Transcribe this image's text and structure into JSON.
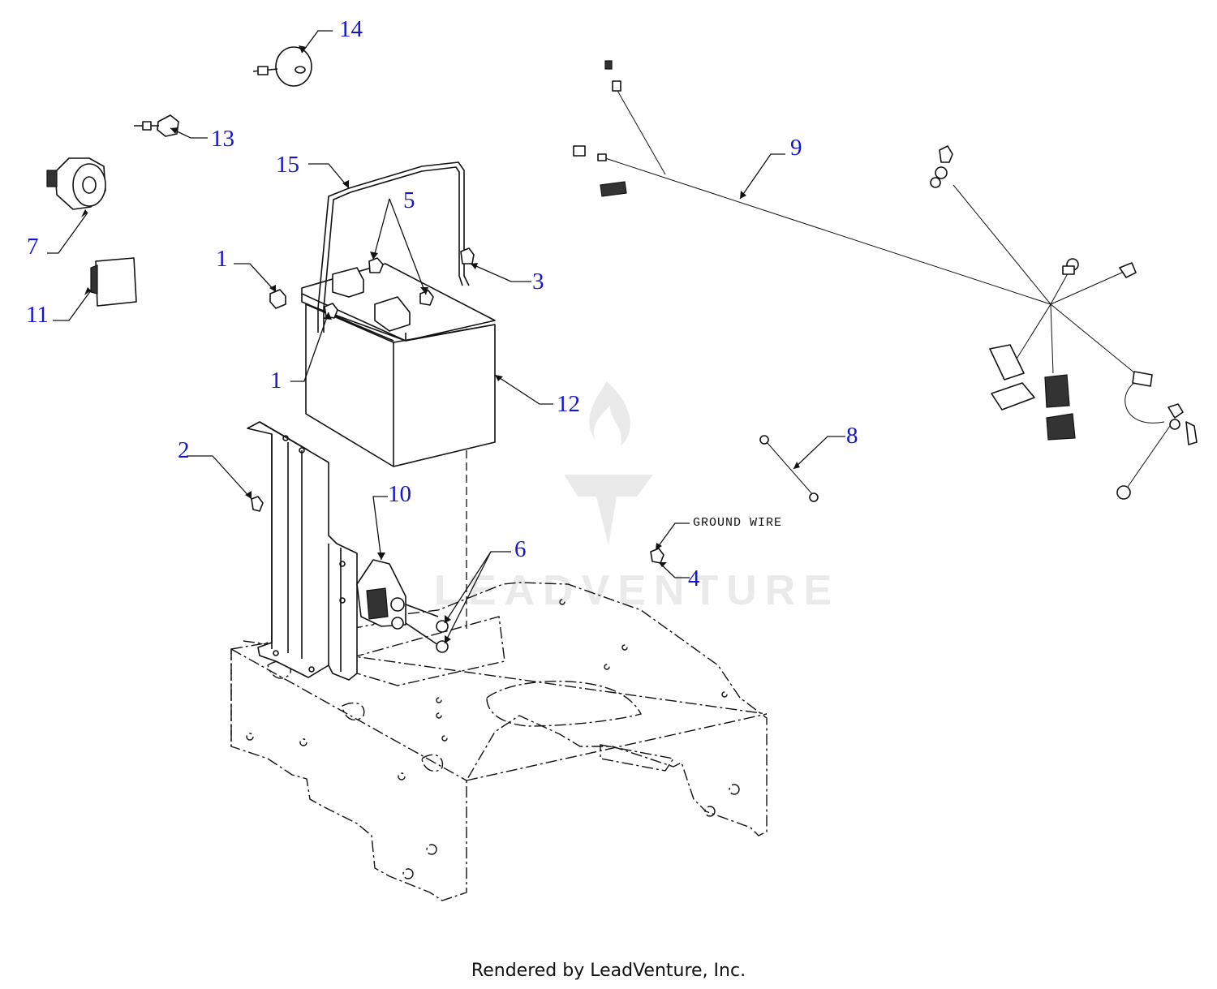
{
  "callouts": {
    "c1a": "1",
    "c1b": "1",
    "c2": "2",
    "c3": "3",
    "c4": "4",
    "c5": "5",
    "c6": "6",
    "c7": "7",
    "c8": "8",
    "c9": "9",
    "c10": "10",
    "c11": "11",
    "c12": "12",
    "c13": "13",
    "c14": "14",
    "c15": "15"
  },
  "notes": {
    "ground_wire": "GROUND WIRE"
  },
  "watermark": "LEADVENTURE",
  "footer": "Rendered by LeadVenture, Inc.",
  "colors": {
    "callout": "#1414d2",
    "line": "#111111",
    "watermark": "#d9d9d9"
  }
}
